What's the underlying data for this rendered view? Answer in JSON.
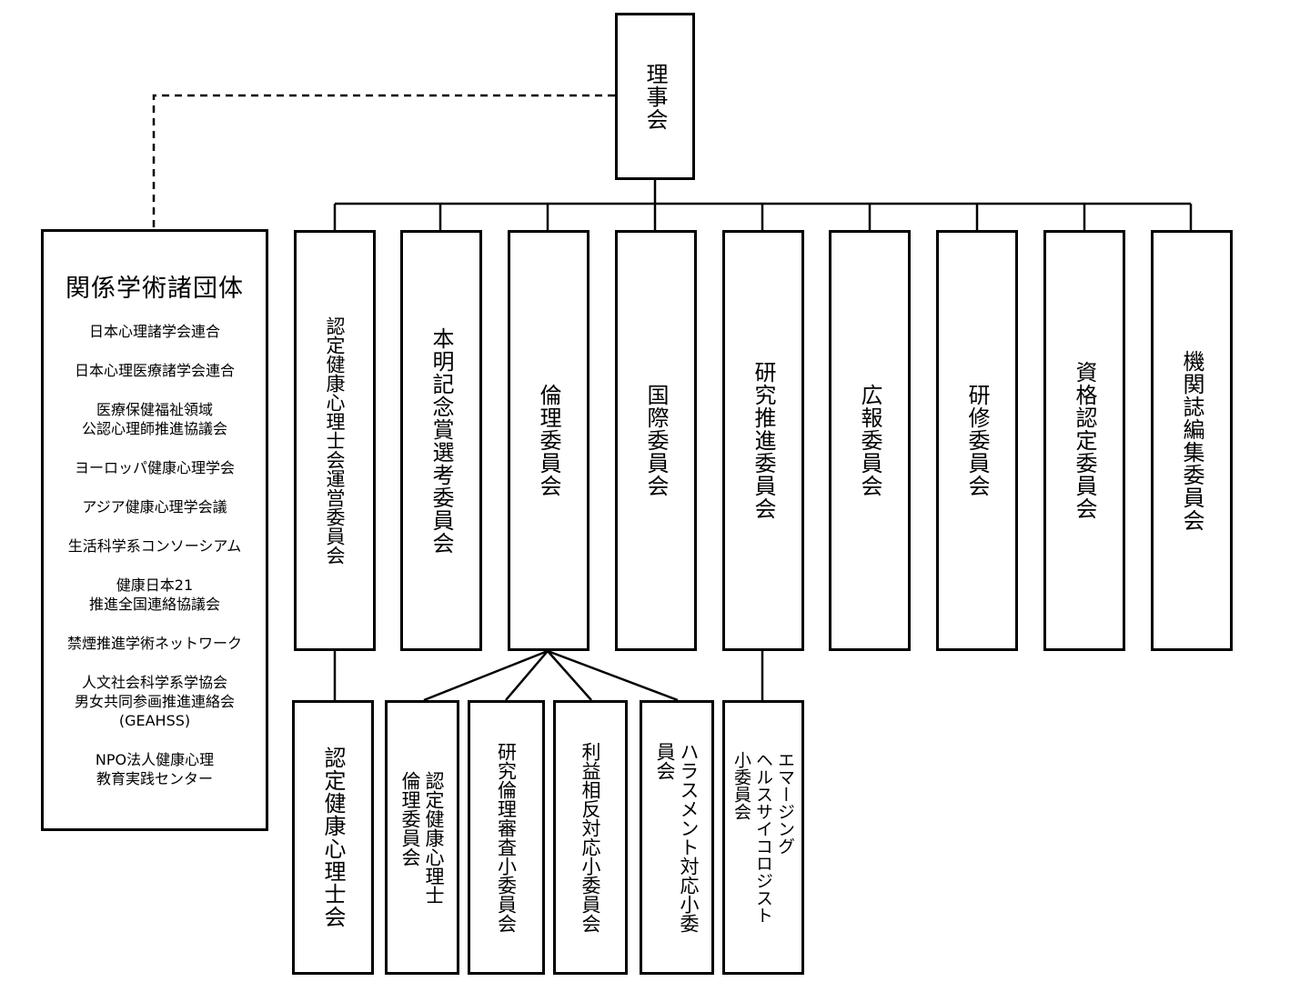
{
  "board": {
    "label": "理事会"
  },
  "committees": [
    {
      "label": "認定健康心理士会運営委員会"
    },
    {
      "label": "本明記念賞選考委員会"
    },
    {
      "label": "倫理委員会"
    },
    {
      "label": "国際委員会"
    },
    {
      "label": "研究推進委員会"
    },
    {
      "label": "広報委員会"
    },
    {
      "label": "研修委員会"
    },
    {
      "label": "資格認定委員会"
    },
    {
      "label": "機関誌編集委員会"
    }
  ],
  "subcommittees": [
    {
      "label": "認定健康心理士会"
    },
    {
      "label": "認定健康心理士\n倫理委員会"
    },
    {
      "label": "研究倫理審査小委員会"
    },
    {
      "label": "利益相反対応小委員会"
    },
    {
      "label": "ハラスメント対応小委\n員会"
    },
    {
      "label": "エマージング\nヘルスサイコロジスト\n小委員会"
    }
  ],
  "organizations": {
    "title": "関係学術諸団体",
    "items": [
      "日本心理諸学会連合",
      "日本心理医療諸学会連合",
      "医療保健福祉領域\n公認心理師推進協議会",
      "ヨーロッパ健康心理学会",
      "アジア健康心理学会議",
      "生活科学系コンソーシアム",
      "健康日本21\n推進全国連絡協議会",
      "禁煙推進学術ネットワーク",
      "人文社会科学系学協会\n男女共同参画推進連絡会\n(GEAHSS)",
      "NPO法人健康心理\n教育実践センター"
    ]
  }
}
